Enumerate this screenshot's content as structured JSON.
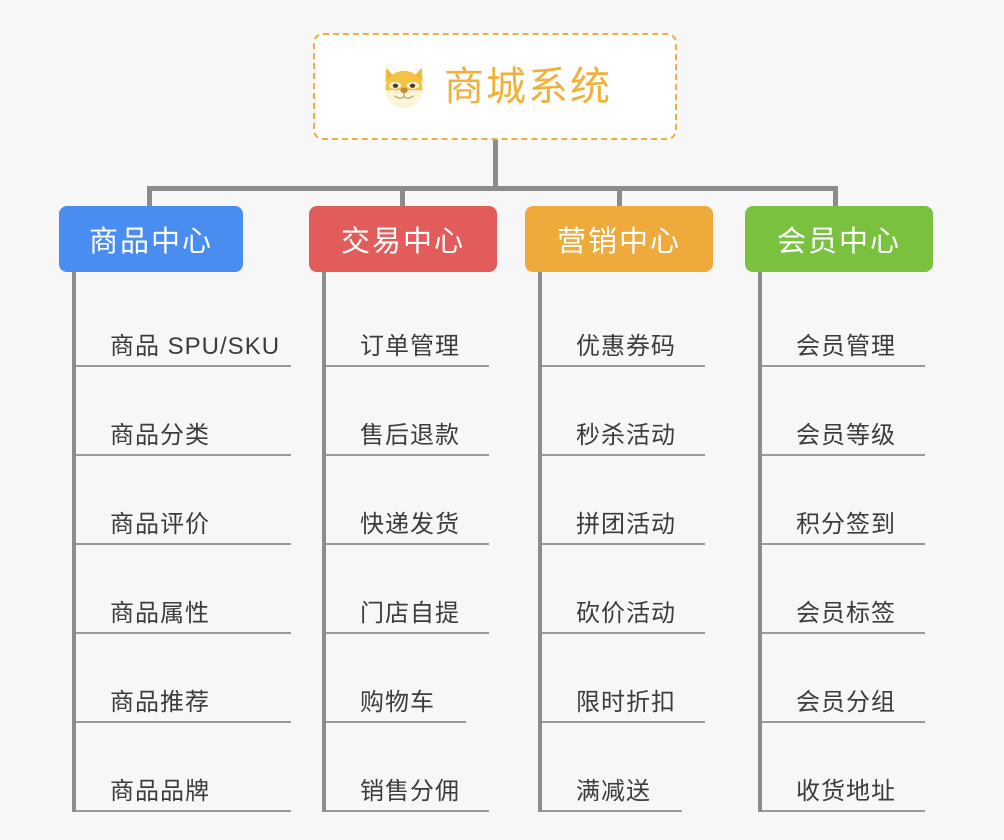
{
  "root": {
    "title": "商城系统",
    "icon": "shiba-dog-emoji",
    "border_color": "#eeb03c",
    "text_color": "#f0b03c"
  },
  "connector_color": "#8c8c8c",
  "background_color": "#f7f7f7",
  "columns": [
    {
      "id": "product-center",
      "label": "商品中心",
      "color": "#4a8df0",
      "items": [
        {
          "label": "商品 SPU/SKU"
        },
        {
          "label": "商品分类"
        },
        {
          "label": "商品评价"
        },
        {
          "label": "商品属性"
        },
        {
          "label": "商品推荐"
        },
        {
          "label": "商品品牌"
        }
      ]
    },
    {
      "id": "trade-center",
      "label": "交易中心",
      "color": "#e25c5c",
      "items": [
        {
          "label": "订单管理"
        },
        {
          "label": "售后退款"
        },
        {
          "label": "快递发货"
        },
        {
          "label": "门店自提"
        },
        {
          "label": "购物车",
          "short": true
        },
        {
          "label": "销售分佣"
        }
      ]
    },
    {
      "id": "marketing-center",
      "label": "营销中心",
      "color": "#eeab3c",
      "items": [
        {
          "label": "优惠券码"
        },
        {
          "label": "秒杀活动"
        },
        {
          "label": "拼团活动"
        },
        {
          "label": "砍价活动"
        },
        {
          "label": "限时折扣"
        },
        {
          "label": "满减送",
          "short": true
        }
      ]
    },
    {
      "id": "member-center",
      "label": "会员中心",
      "color": "#79c13f",
      "items": [
        {
          "label": "会员管理"
        },
        {
          "label": "会员等级"
        },
        {
          "label": "积分签到"
        },
        {
          "label": "会员标签"
        },
        {
          "label": "会员分组"
        },
        {
          "label": "收货地址"
        }
      ]
    }
  ]
}
